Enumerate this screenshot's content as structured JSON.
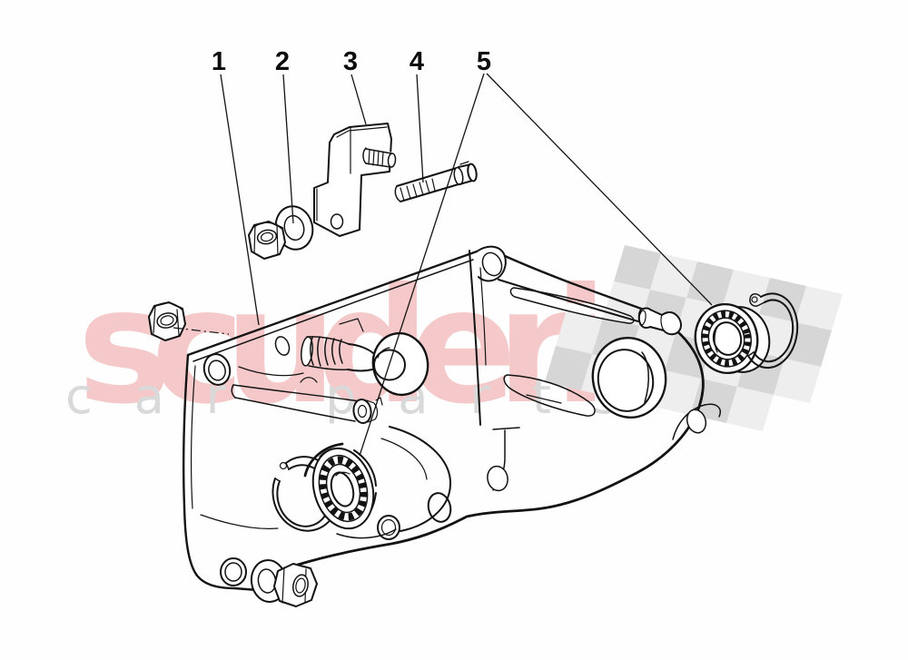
{
  "page": {
    "background": "#fefefe"
  },
  "watermark": {
    "brand": "scuderia",
    "tagline": "car parts",
    "brand_color": "#f5c9c9",
    "tagline_color": "#d9d9d9"
  },
  "callouts": [
    {
      "label": "1"
    },
    {
      "label": "2"
    },
    {
      "label": "3"
    },
    {
      "label": "4"
    },
    {
      "label": "5"
    }
  ],
  "flag": {
    "dark": "#d6d6d6",
    "light": "#eeeeee"
  },
  "line_color": "#131313"
}
